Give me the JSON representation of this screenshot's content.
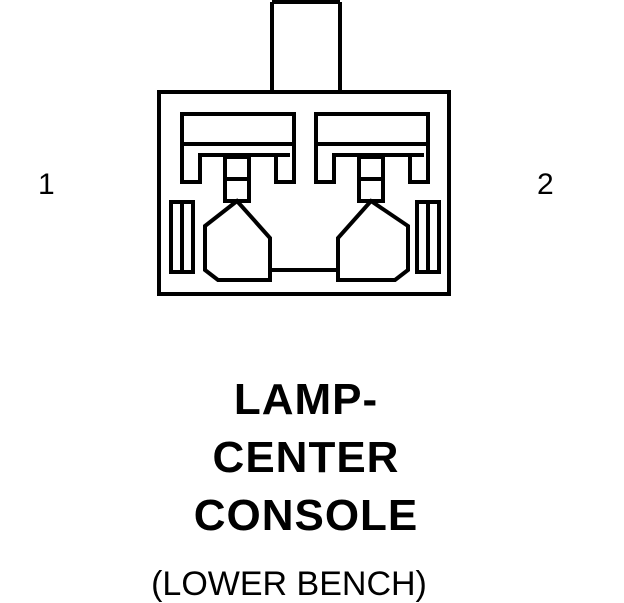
{
  "connector": {
    "pin_labels": [
      "1",
      "2"
    ],
    "title_lines": [
      "LAMP-",
      "CENTER",
      "CONSOLE"
    ],
    "subtitle": "(LOWER BENCH)",
    "stroke_color": "#000000",
    "fill_color": "#ffffff"
  }
}
